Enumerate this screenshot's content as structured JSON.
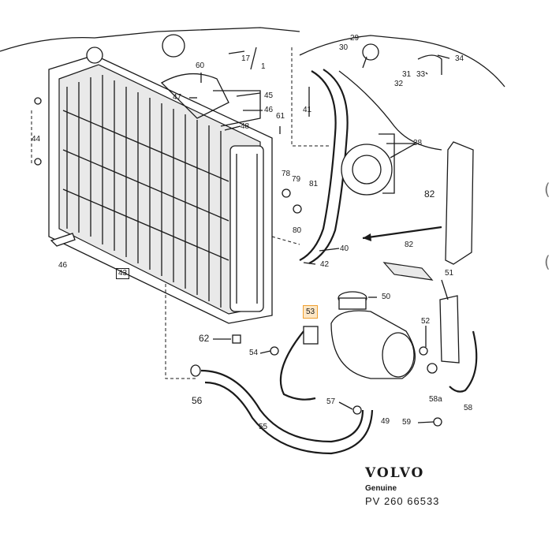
{
  "diagram": {
    "callouts": [
      {
        "id": "c1",
        "text": "1"
      },
      {
        "id": "c17",
        "text": "17"
      },
      {
        "id": "c29",
        "text": "29"
      },
      {
        "id": "c30",
        "text": "30"
      },
      {
        "id": "c31",
        "text": "31"
      },
      {
        "id": "c32",
        "text": "32"
      },
      {
        "id": "c33",
        "text": "33"
      },
      {
        "id": "c34",
        "text": "34"
      },
      {
        "id": "c38",
        "text": "38"
      },
      {
        "id": "c40",
        "text": "40"
      },
      {
        "id": "c41",
        "text": "41"
      },
      {
        "id": "c42",
        "text": "42"
      },
      {
        "id": "c43",
        "text": "43"
      },
      {
        "id": "c44",
        "text": "44"
      },
      {
        "id": "c45",
        "text": "45"
      },
      {
        "id": "c46a",
        "text": "46"
      },
      {
        "id": "c46b",
        "text": "46"
      },
      {
        "id": "c47",
        "text": "47"
      },
      {
        "id": "c48",
        "text": "48"
      },
      {
        "id": "c49",
        "text": "49"
      },
      {
        "id": "c50",
        "text": "50"
      },
      {
        "id": "c51",
        "text": "51"
      },
      {
        "id": "c52",
        "text": "52"
      },
      {
        "id": "c53",
        "text": "53"
      },
      {
        "id": "c54",
        "text": "54"
      },
      {
        "id": "c55",
        "text": "55"
      },
      {
        "id": "c56",
        "text": "56"
      },
      {
        "id": "c57",
        "text": "57"
      },
      {
        "id": "c58",
        "text": "58"
      },
      {
        "id": "c58a",
        "text": "58a"
      },
      {
        "id": "c59",
        "text": "59"
      },
      {
        "id": "c60",
        "text": "60"
      },
      {
        "id": "c61",
        "text": "61"
      },
      {
        "id": "c62",
        "text": "62"
      },
      {
        "id": "c78",
        "text": "78"
      },
      {
        "id": "c79",
        "text": "79"
      },
      {
        "id": "c80",
        "text": "80"
      },
      {
        "id": "c81",
        "text": "81"
      },
      {
        "id": "c82a",
        "text": "82"
      },
      {
        "id": "c82b",
        "text": "82"
      }
    ],
    "highlighted_part": "53"
  },
  "branding": {
    "logo": "VOLVO",
    "subtitle": "Genuine",
    "part_number": "PV 260 66533"
  },
  "colors": {
    "highlight_fill": "#fde7c6",
    "highlight_border": "#f0a030",
    "ink": "#1a1a1a"
  }
}
